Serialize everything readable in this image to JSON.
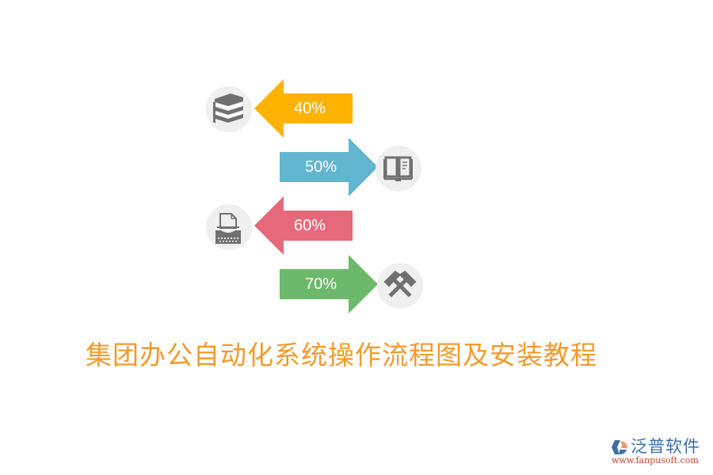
{
  "title": "集团办公自动化系统操作流程图及安装教程",
  "steps": [
    {
      "label": "40%",
      "value": 40,
      "direction": "left",
      "color": "#FFB300",
      "icon": "books-stack-icon"
    },
    {
      "label": "50%",
      "value": 50,
      "direction": "right",
      "color": "#62B5CE",
      "icon": "open-book-icon"
    },
    {
      "label": "60%",
      "value": 60,
      "direction": "left",
      "color": "#E5697A",
      "icon": "typewriter-icon"
    },
    {
      "label": "70%",
      "value": 70,
      "direction": "right",
      "color": "#6CB96C",
      "icon": "hammers-icon"
    }
  ],
  "colors": {
    "title": "#F39A2B",
    "icon_circle": "#EFEFEF",
    "icon_glyph": "#707070",
    "label_text": "#FFFFFF"
  },
  "logo": {
    "name": "泛普软件",
    "url": "www.fanpusoft.com"
  }
}
